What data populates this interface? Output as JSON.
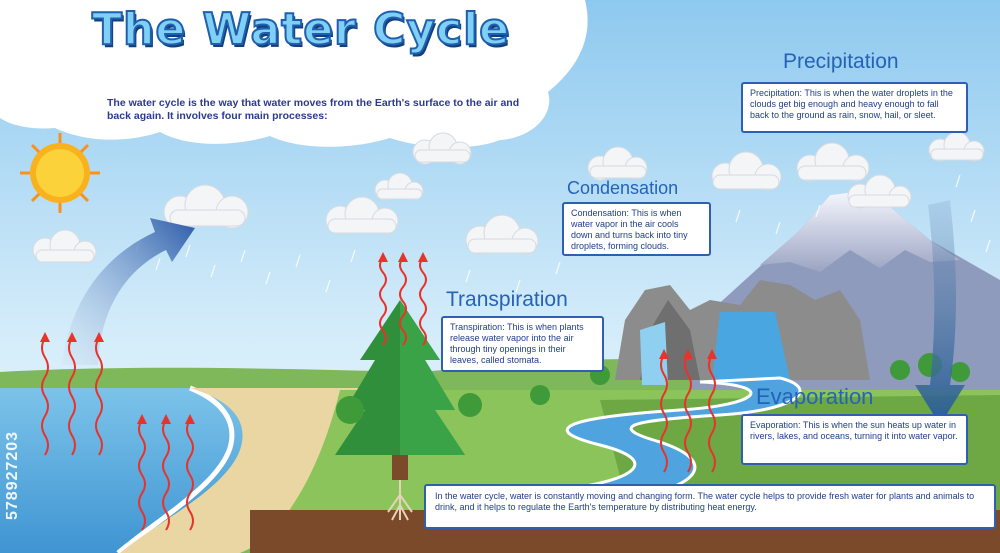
{
  "title": "The Water Cycle",
  "intro": "The water cycle is the way that water moves from the Earth's surface to the air and back again. It involves four main processes:",
  "processes": {
    "precipitation": {
      "heading": "Precipitation",
      "text": "Precipitation: This is when the water droplets in the clouds get big enough and heavy enough to fall back to the ground as rain, snow, hail, or sleet."
    },
    "condensation": {
      "heading": "Condensation",
      "text": "Condensation: This is when water vapor in the air cools down and turns back into tiny droplets, forming clouds."
    },
    "transpiration": {
      "heading": "Transpiration",
      "text": "Transpiration: This is when plants release water vapor into the air through tiny openings in their leaves, called stomata."
    },
    "evaporation": {
      "heading": "Evaporation",
      "text": "Evaporation: This is when the sun heats up water in rivers, lakes, and oceans, turning it into water vapor."
    }
  },
  "summary": "In the water cycle, water is constantly moving and changing form. The water cycle helps to provide fresh water for plants and animals to drink, and it helps to regulate the Earth's temperature by distributing heat energy.",
  "watermark": "578927203",
  "colors": {
    "heading": "#2463b8",
    "box_border": "#2f5fae",
    "title_fill": "#7fd0f4",
    "vapor_arrow": "#e8322a"
  }
}
